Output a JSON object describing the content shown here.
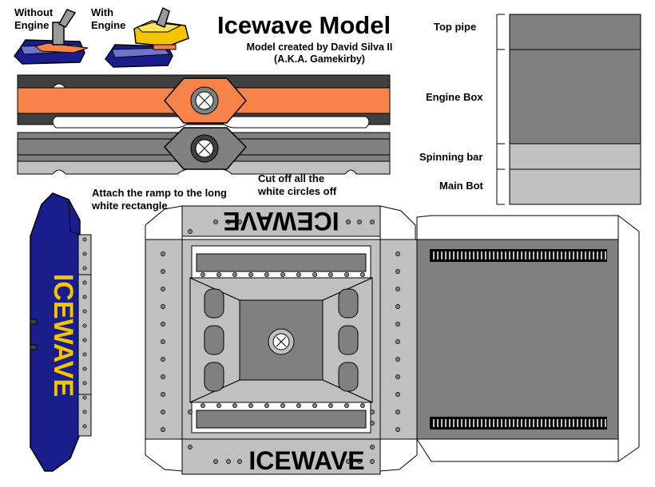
{
  "title": "Icewave Model",
  "credit_line1": "Model created by David Silva II",
  "credit_line2": "(A.K.A. Gamekirby)",
  "without_engine": [
    "Without",
    "Engine"
  ],
  "with_engine": [
    "With",
    "Engine"
  ],
  "instructions": {
    "ramp": [
      "Attach the ramp to the long",
      "white rectangle"
    ],
    "circles": [
      "Cut off all the",
      "white circles off"
    ]
  },
  "legend": {
    "top_pipe": "Top pipe",
    "engine_box": "Engine Box",
    "spinning_bar": "Spinning bar",
    "main_bot": "Main Bot"
  },
  "brand": "ICEWAVE",
  "colors": {
    "orange": "#f7834a",
    "dark_gray": "#404040",
    "mid_gray": "#808080",
    "light_gray": "#c0c0c0",
    "navy": "#1a1e8c",
    "yellow": "#f5c400"
  }
}
